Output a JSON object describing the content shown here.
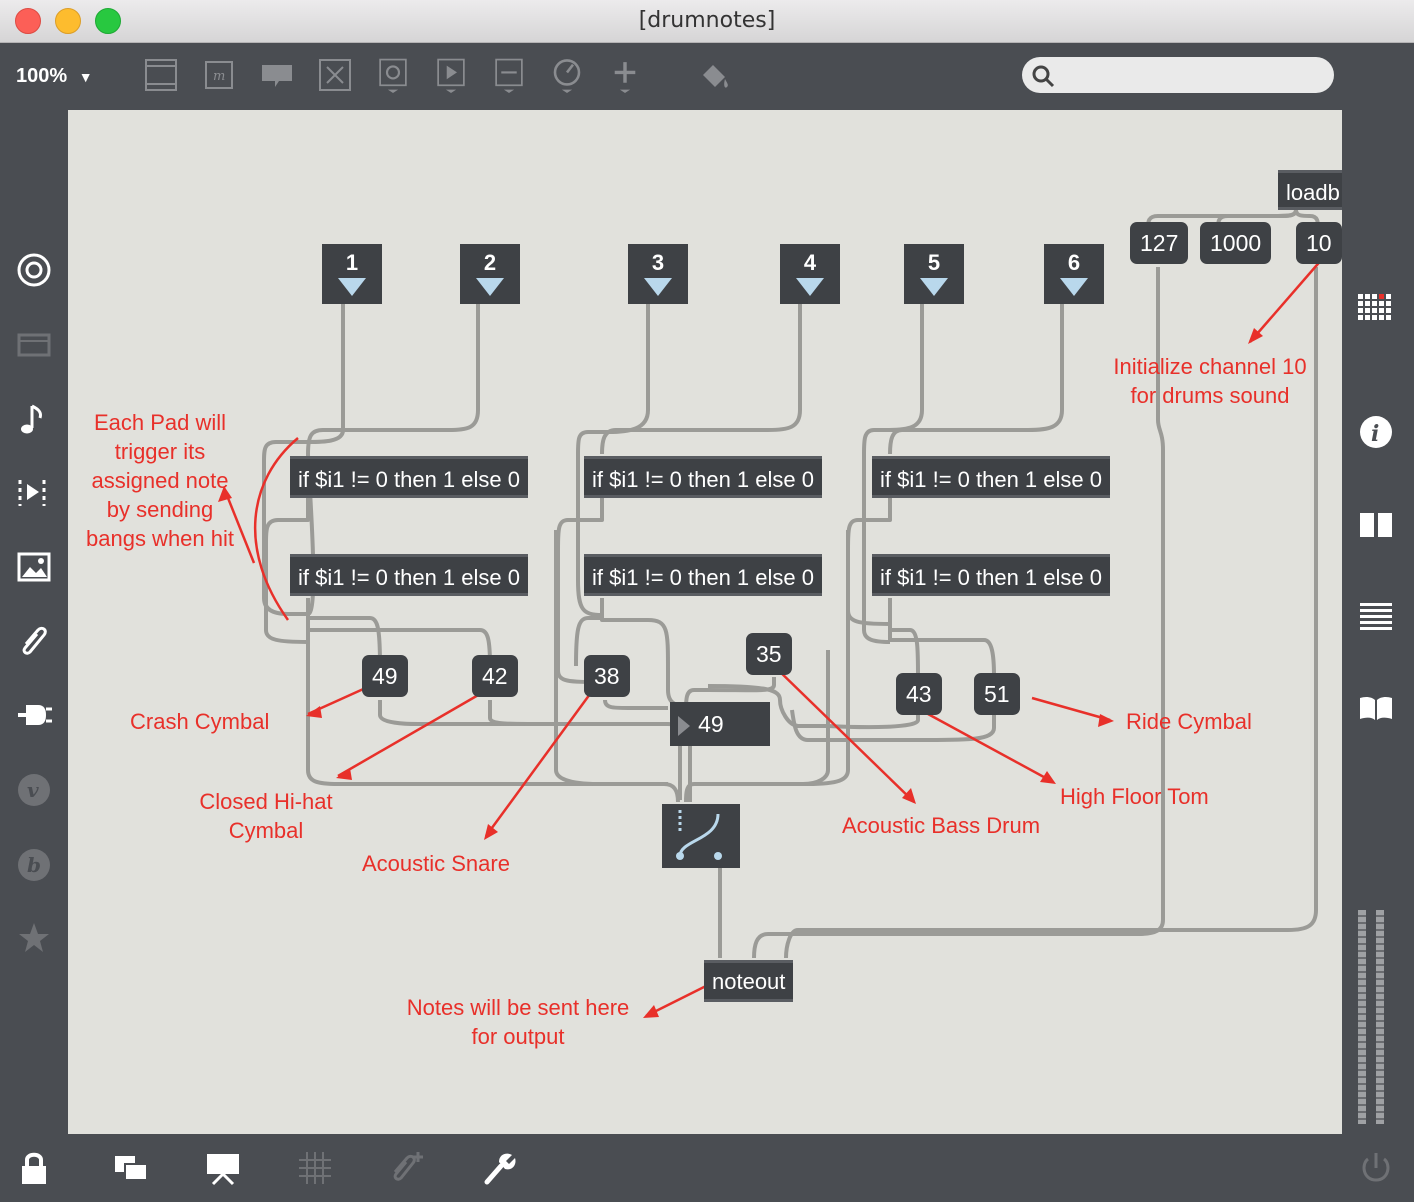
{
  "window": {
    "title": "[drumnotes]"
  },
  "toolbar": {
    "zoom": "100%",
    "zoom_caret": "▼",
    "search_placeholder": ""
  },
  "pads": [
    {
      "label": "1"
    },
    {
      "label": "2"
    },
    {
      "label": "3"
    },
    {
      "label": "4"
    },
    {
      "label": "5"
    },
    {
      "label": "6"
    }
  ],
  "expr": {
    "text": "if $i1 != 0 then 1 else 0"
  },
  "messages": {
    "m49": "49",
    "m42": "42",
    "m38": "38",
    "m35": "35",
    "m43": "43",
    "m51": "51",
    "v127": "127",
    "v1000": "1000",
    "v10": "10"
  },
  "objects": {
    "loadbang": "loadb",
    "noteout": "noteout",
    "number_value": "49"
  },
  "annotations": {
    "each_pad": "Each Pad will trigger its assigned note by sending bangs when hit",
    "crash": "Crash Cymbal",
    "closed_hihat": "Closed Hi-hat Cymbal",
    "snare": "Acoustic Snare",
    "bass_drum": "Acoustic Bass Drum",
    "floor_tom": "High Floor Tom",
    "ride": "Ride Cymbal",
    "init_channel": "Initialize channel 10 for drums sound",
    "noteout_note": "Notes will be sent here for output"
  },
  "colors": {
    "annotation": "#e8302a",
    "canvas": "#e1e1dc",
    "object": "#3e4145",
    "chrome": "#4a4d52"
  }
}
